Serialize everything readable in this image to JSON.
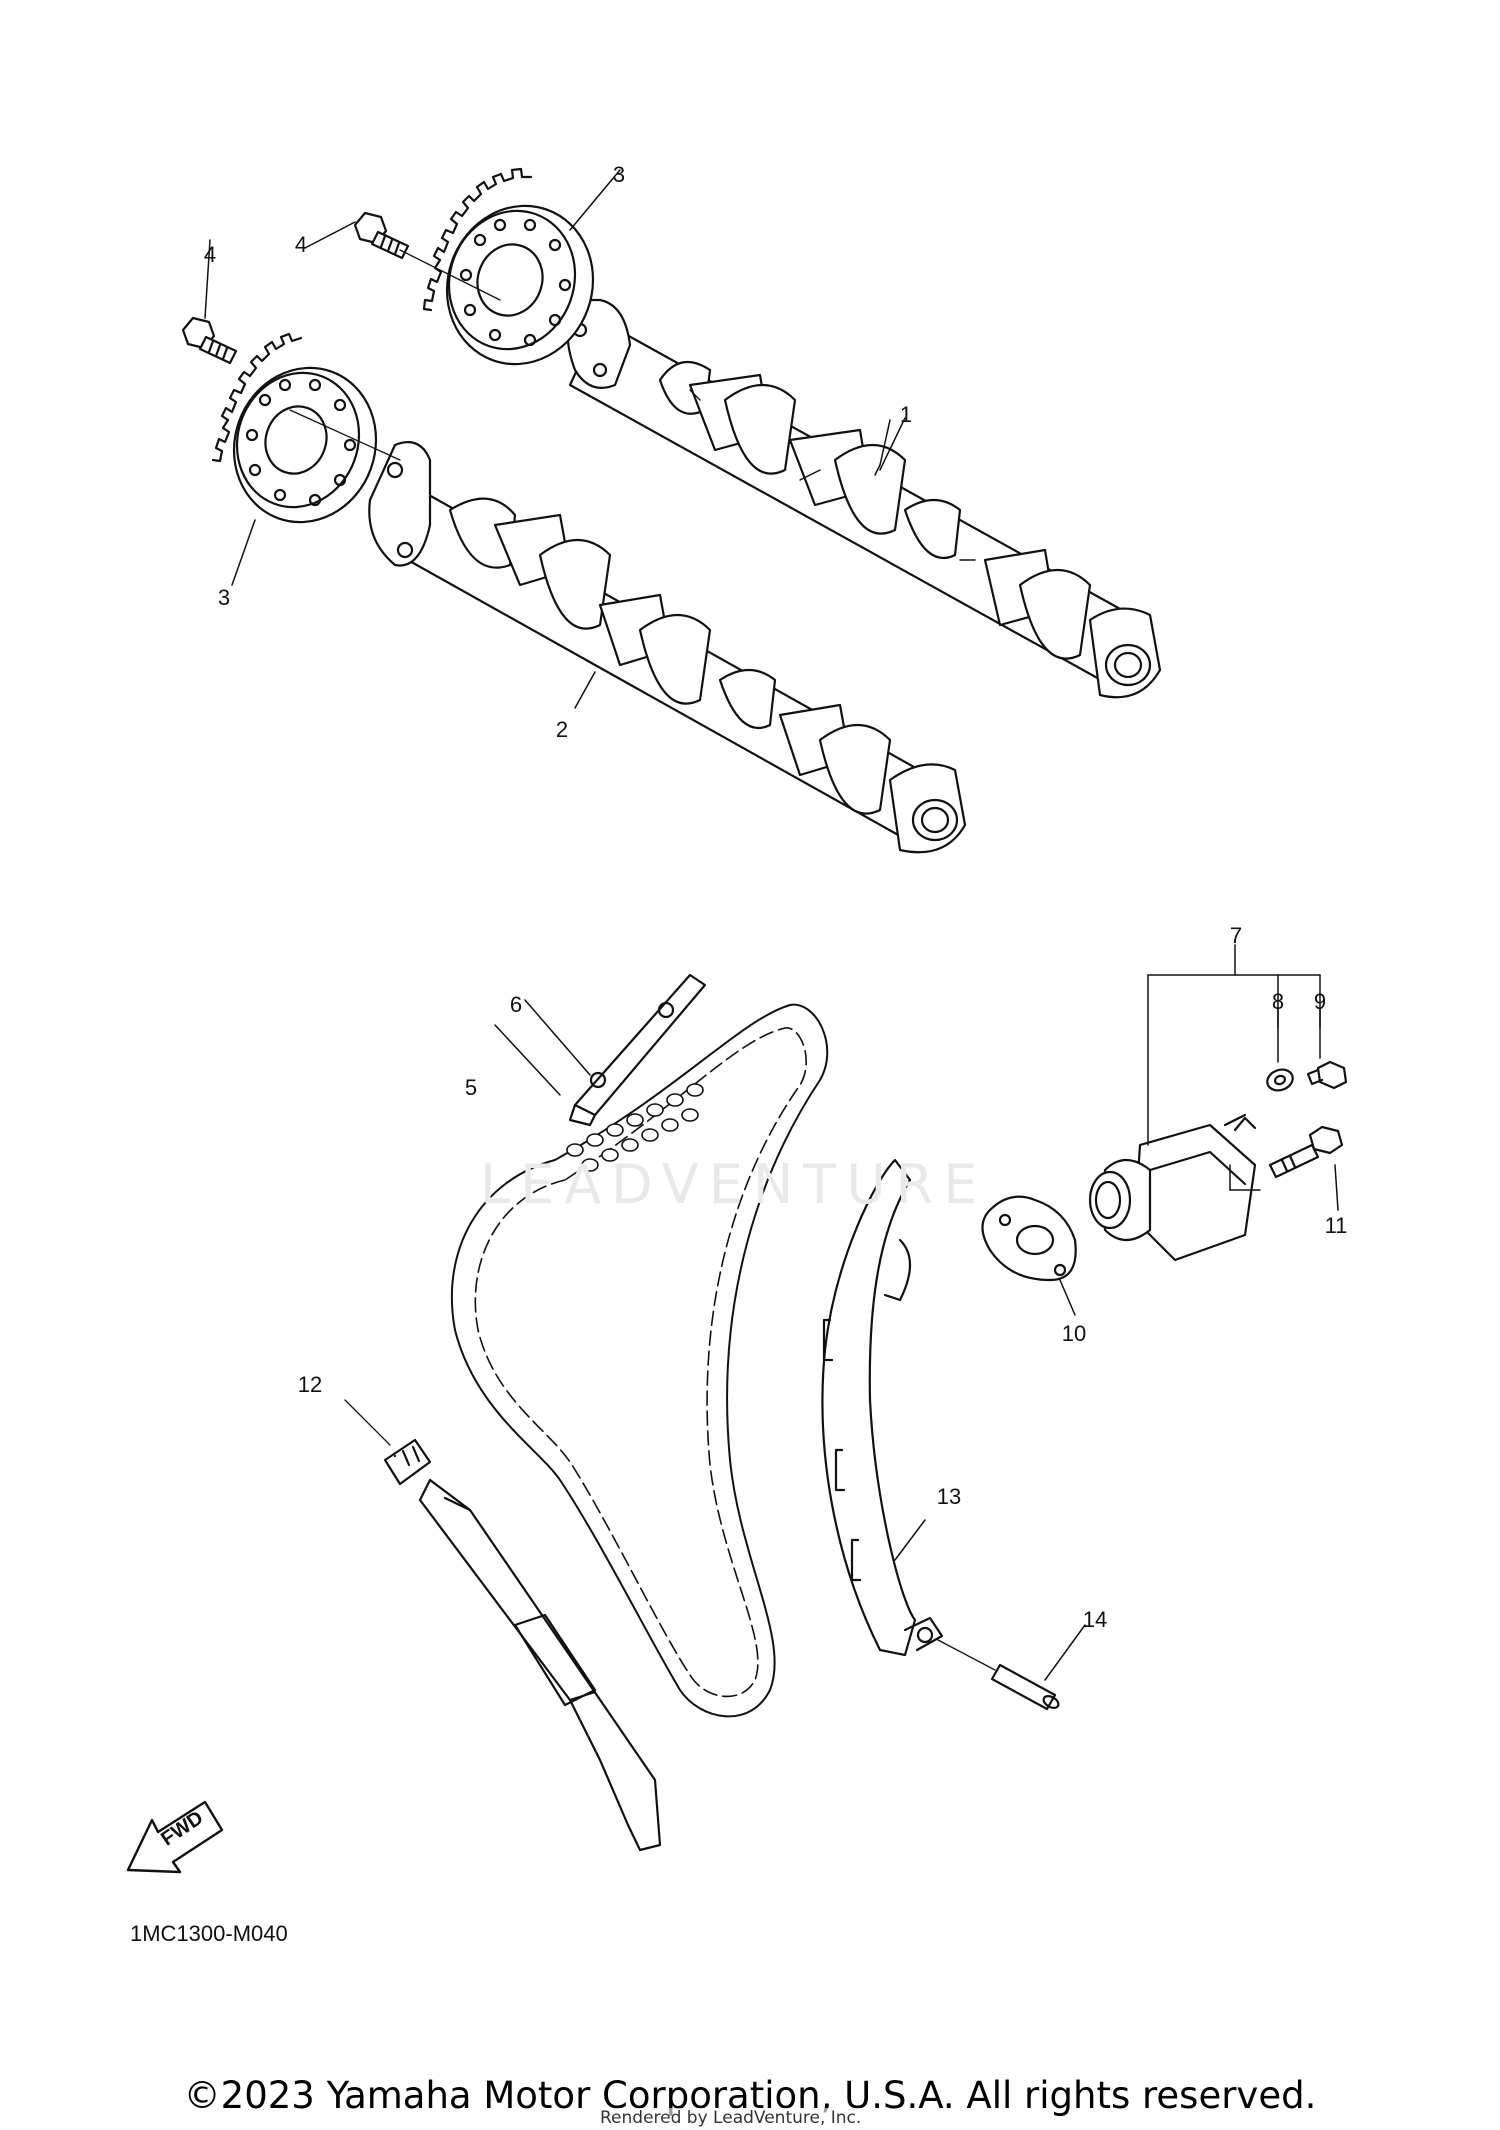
{
  "diagram": {
    "callouts": [
      {
        "id": "p1",
        "label": "1"
      },
      {
        "id": "p2",
        "label": "2"
      },
      {
        "id": "p3a",
        "label": "3"
      },
      {
        "id": "p3b",
        "label": "3"
      },
      {
        "id": "p4a",
        "label": "4"
      },
      {
        "id": "p4b",
        "label": "4"
      },
      {
        "id": "p5",
        "label": "5"
      },
      {
        "id": "p6",
        "label": "6"
      },
      {
        "id": "p7",
        "label": "7"
      },
      {
        "id": "p8",
        "label": "8"
      },
      {
        "id": "p9",
        "label": "9"
      },
      {
        "id": "p10",
        "label": "10"
      },
      {
        "id": "p11",
        "label": "11"
      },
      {
        "id": "p12",
        "label": "12"
      },
      {
        "id": "p13",
        "label": "13"
      },
      {
        "id": "p14",
        "label": "14"
      }
    ],
    "fwd_label": "FWD",
    "diagram_code": "1MC1300-M040"
  },
  "watermark": "LEADVENTURE",
  "footer": {
    "copyright": "©2023 Yamaha Motor Corporation, U.S.A. All rights reserved.",
    "rendered_by": "Rendered by LeadVenture, Inc."
  },
  "colors": {
    "line": "#111111",
    "background": "#ffffff",
    "watermark": "#e9e9e9"
  }
}
